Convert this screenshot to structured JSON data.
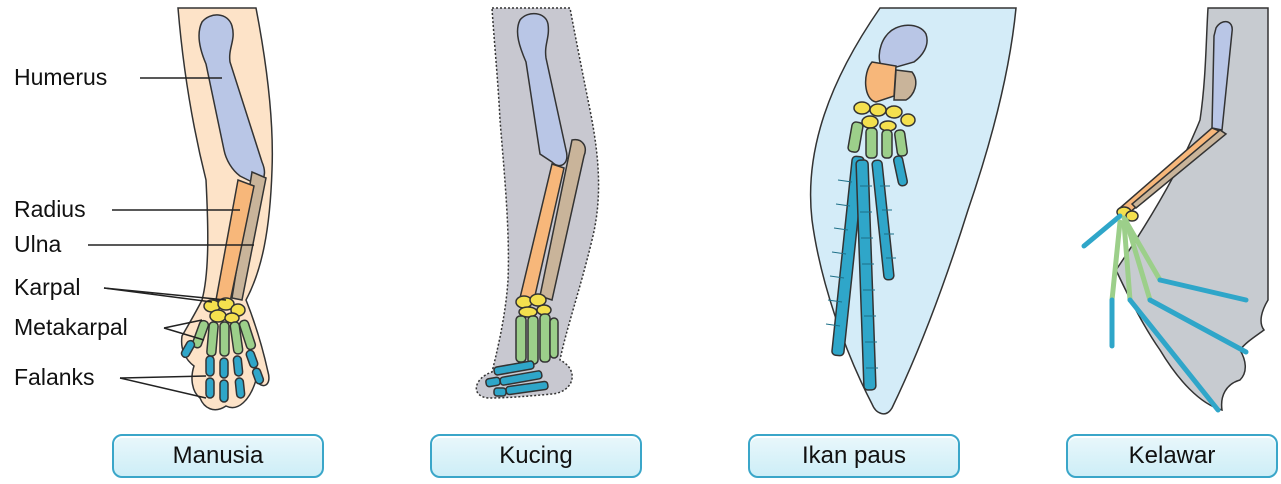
{
  "labels": {
    "humerus": "Humerus",
    "radius": "Radius",
    "ulna": "Ulna",
    "karpal": "Karpal",
    "metakarpal": "Metakarpal",
    "falanks": "Falanks"
  },
  "captions": {
    "human": "Manusia",
    "cat": "Kucing",
    "whale": "Ikan paus",
    "bat": "Kelawar"
  },
  "colors": {
    "humerus": "#b9c6e6",
    "radius": "#f7b77a",
    "ulna": "#c9b49a",
    "carpal": "#f4e04e",
    "metacarpal": "#9ccf8a",
    "phalanx": "#2fa6c9",
    "human_skin": "#fde3c8",
    "cat_fur": "#c8c8d0",
    "whale_fin": "#d4ecf8",
    "bat_wing": "#c7cbd0"
  }
}
